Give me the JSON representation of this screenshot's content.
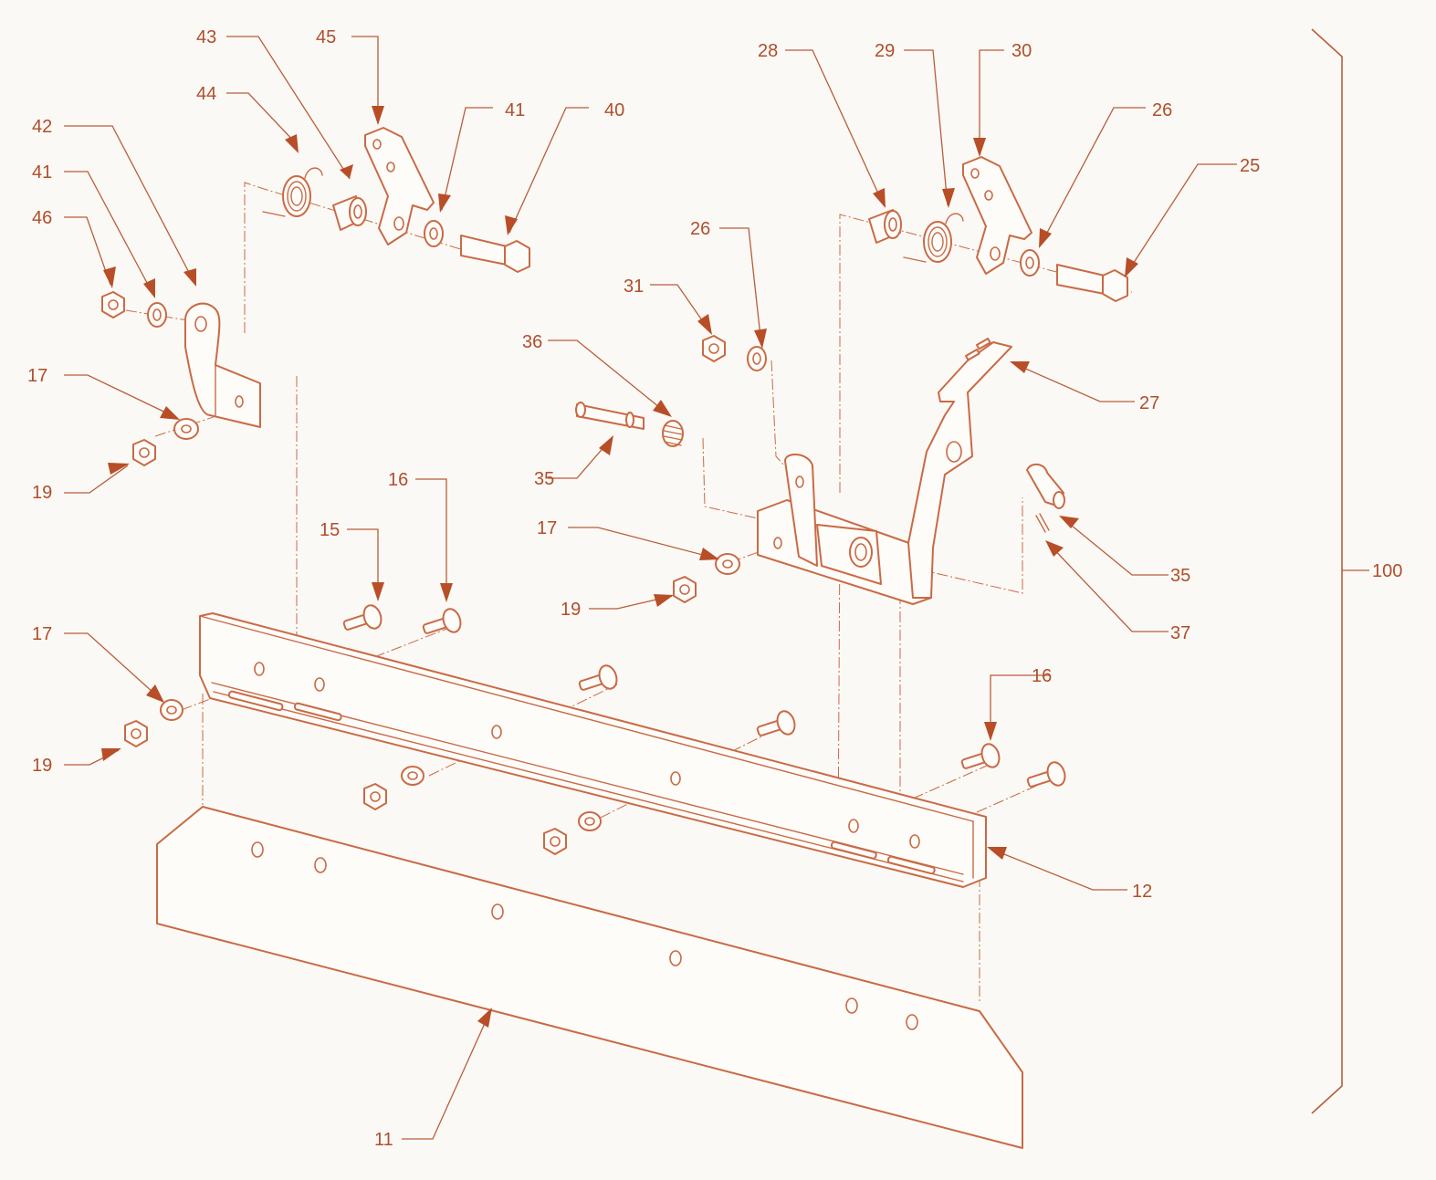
{
  "diagram": {
    "line_color": "#c96a45",
    "label_color": "#b04e2c",
    "arrow_color": "#b84e27",
    "background": "#fbf9f5",
    "callouts": {
      "c11": "11",
      "c12": "12",
      "c15": "15",
      "c16a": "16",
      "c16b": "16",
      "c17a": "17",
      "c17b": "17",
      "c17c": "17",
      "c19a": "19",
      "c19b": "19",
      "c19c": "19",
      "c25": "25",
      "c26a": "26",
      "c26b": "26",
      "c27": "27",
      "c28": "28",
      "c29": "29",
      "c30": "30",
      "c31": "31",
      "c35a": "35",
      "c35b": "35",
      "c36": "36",
      "c37": "37",
      "c40": "40",
      "c41a": "41",
      "c41b": "41",
      "c42": "42",
      "c43": "43",
      "c44": "44",
      "c45": "45",
      "c46": "46",
      "c100": "100"
    }
  }
}
